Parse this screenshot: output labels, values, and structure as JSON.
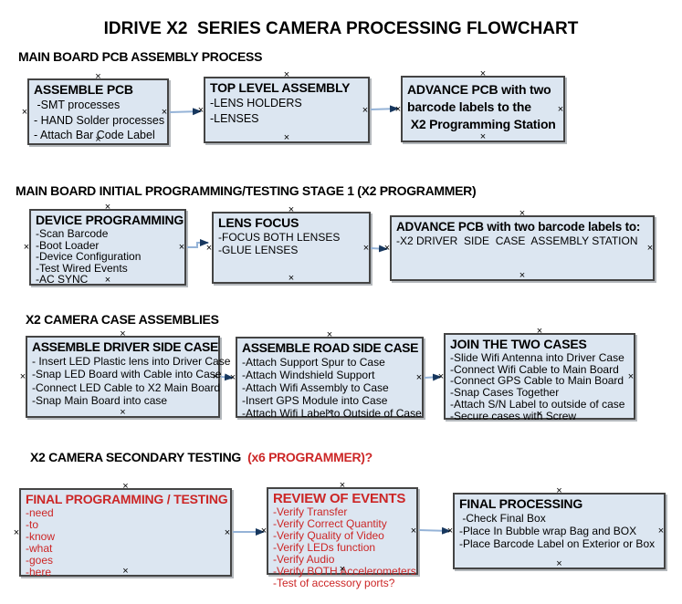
{
  "title": "IDRIVE X2  SERIES CAMERA PROCESSING FLOWCHART",
  "sections": [
    {
      "heading": "MAIN BOARD PCB ASSEMBLY PROCESS"
    },
    {
      "heading": "MAIN BOARD INITIAL PROGRAMMING/TESTING STAGE 1 (X2 PROGRAMMER)"
    },
    {
      "heading": "X2 CAMERA CASE ASSEMBLIES"
    },
    {
      "heading": "X2 CAMERA SECONDARY TESTING ",
      "heading_red": " (x6 PROGRAMMER)?"
    }
  ],
  "boxes": {
    "assemble_pcb": {
      "title": "ASSEMBLE PCB",
      "items": [
        " -SMT processes",
        "- HAND Solder processes",
        "- Attach Bar Code Label"
      ]
    },
    "top_level_assembly": {
      "title": "TOP LEVEL ASSEMBLY",
      "items": [
        "-LENS HOLDERS",
        "-LENSES"
      ]
    },
    "advance_pcb_station": {
      "items": [
        "ADVANCE PCB with two",
        "barcode labels to the",
        " X2 Programming Station"
      ]
    },
    "device_programming": {
      "title": "DEVICE PROGRAMMING",
      "items": [
        "-Scan Barcode",
        "-Boot Loader",
        "-Device Configuration",
        "-Test Wired Events",
        "-AC SYNC"
      ]
    },
    "lens_focus": {
      "title": "LENS FOCUS",
      "items": [
        "-FOCUS BOTH LENSES",
        "-GLUE LENSES"
      ]
    },
    "advance_pcb_driver": {
      "title": "ADVANCE PCB with two barcode labels to:",
      "items": [
        "-X2 DRIVER  SIDE  CASE  ASSEMBLY STATION"
      ]
    },
    "assemble_driver_side": {
      "title": "ASSEMBLE DRIVER SIDE CASE",
      "items": [
        "- Insert LED Plastic lens into Driver Case",
        "-Snap LED Board with Cable into Case",
        "-Connect LED Cable to X2 Main Board",
        "-Snap Main Board into case"
      ]
    },
    "assemble_road_side": {
      "title": "ASSEMBLE ROAD SIDE CASE",
      "items": [
        "-Attach Support Spur to Case",
        "-Attach Windshield Support",
        "-Attach Wifi Assembly to Case",
        "-Insert GPS Module into Case",
        "-Attach Wifi Label to Outside of Case"
      ]
    },
    "join_two_cases": {
      "title": "JOIN THE TWO CASES",
      "items": [
        "-Slide Wifi Antenna into Driver Case",
        "-Connect Wifi Cable to Main Board",
        "-Connect GPS Cable to Main Board",
        "-Snap Cases Together",
        "-Attach S/N Label to outside of case",
        "-Secure cases with Screw"
      ]
    },
    "final_programming": {
      "title": "FINAL PROGRAMMING / TESTING",
      "items": [
        "-need",
        "-to",
        "-know",
        "-what",
        "-goes",
        "-here"
      ]
    },
    "review_of_events": {
      "title": "REVIEW OF EVENTS",
      "items": [
        "-Verify Transfer",
        "-Verify Correct Quantity",
        "-Verify Quality of Video",
        "-Verify LEDs function",
        "-Verify Audio",
        "-Verify BOTH Accelerometers",
        "-Test of accessory ports?"
      ]
    },
    "final_processing": {
      "title": "FINAL PROCESSING",
      "items": [
        " -Check Final Box",
        "-Place In Bubble wrap Bag and BOX",
        "-Place Barcode Label on Exterior or Box"
      ]
    }
  },
  "colors": {
    "box_fill": "#dce6f1",
    "box_border": "#444444",
    "arrow_line": "#95b3d7",
    "arrow_head": "#17375e",
    "red_text": "#cc2626"
  }
}
